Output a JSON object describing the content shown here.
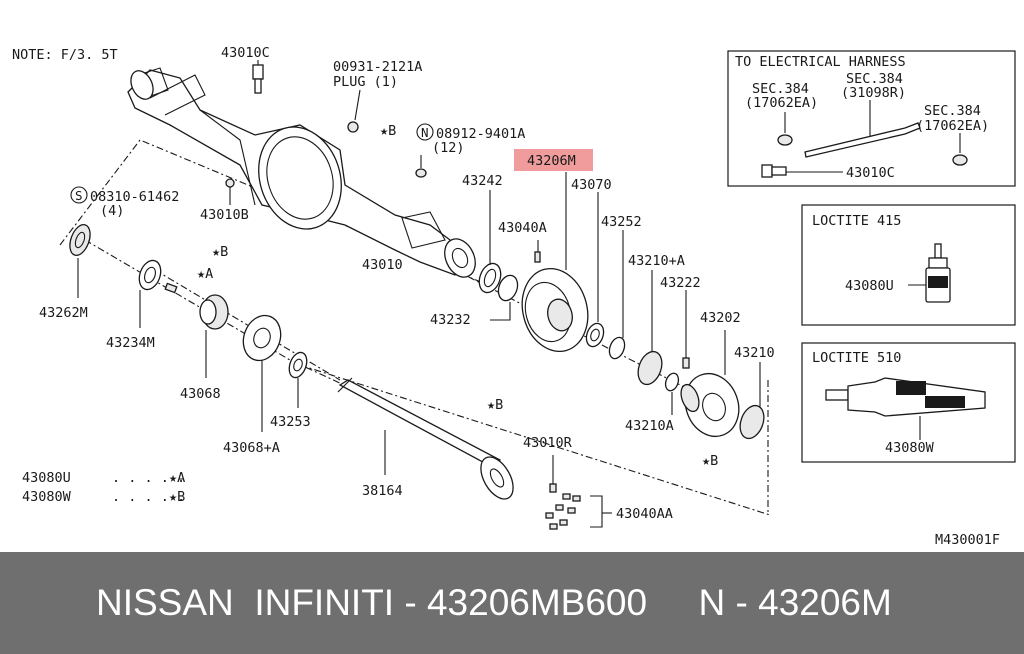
{
  "diagram": {
    "note": "NOTE: F/3. 5T",
    "drawing_code": "M430001F",
    "highlight_color": "#f19c9c",
    "labels": {
      "p43010c_top": "43010C",
      "plug_code": "00931-2121A",
      "plug_name": "PLUG (1)",
      "bolt_08912": "08912-9401A",
      "bolt_08912_qty": "(12)",
      "star_b_plug": "★B",
      "p43206m": "43206M",
      "p43242": "43242",
      "p43070": "43070",
      "screw_08310": "08310-61462",
      "screw_08310_qty": "(4)",
      "p43010b": "43010B",
      "p43040a": "43040A",
      "p43252": "43252",
      "p43010": "43010",
      "p43210a_plus": "43210+A",
      "p43222": "43222",
      "p43262m": "43262M",
      "p43232": "43232",
      "p43202": "43202",
      "p43234m": "43234M",
      "star_a_68": "★A",
      "star_b_68": "★B",
      "p43210": "43210",
      "p43068": "43068",
      "p43253": "43253",
      "p43210a": "43210A",
      "star_b_shaft": "★B",
      "star_b_diff": "★B",
      "p43068a": "43068+A",
      "p43010r": "43010R",
      "p38164": "38164",
      "p43040aa": "43040AA",
      "legend_u": "43080U",
      "legend_u_dots": ". . . . .",
      "legend_u_ref": "★A",
      "legend_w": "43080W",
      "legend_w_dots": ". . . . .",
      "legend_w_ref": "★B"
    },
    "panels": {
      "harness": {
        "title": "TO ELECTRICAL HARNESS",
        "sec1": "SEC.384",
        "sec1_ref": "(17062EA)",
        "sec2": "SEC.384",
        "sec2_ref": "(31098R)",
        "sec3": "SEC.384",
        "sec3_ref": "(17062EA)",
        "part": "43010C"
      },
      "loctite415": {
        "title": "LOCTITE 415",
        "part": "43080U"
      },
      "loctite510": {
        "title": "LOCTITE 510",
        "part": "43080W"
      }
    }
  },
  "footer": {
    "brand": "NISSAN  INFINITI",
    "separator1": " - ",
    "part_number": "43206MB600",
    "gap": "     ",
    "short_code": "N",
    "separator2": " - ",
    "short_number": "43206M"
  }
}
